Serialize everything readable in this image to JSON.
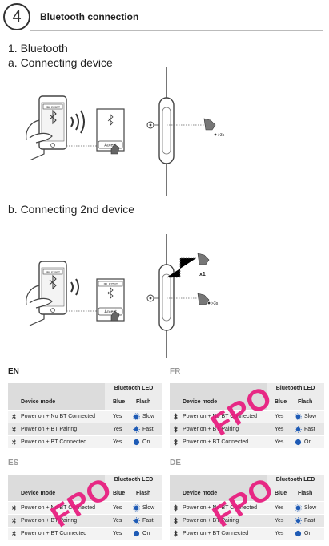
{
  "header": {
    "step_number": "4",
    "title": "Bluetooth connection"
  },
  "section1": {
    "heading": "1. Bluetooth",
    "sub_a": "a. Connecting device",
    "sub_b": "b. Connecting 2nd device"
  },
  "diagram": {
    "phone_label": "JBL E25BT",
    "accept_label": "Accept",
    "hold_label": ">3s",
    "press_label": "x1"
  },
  "tables": [
    {
      "lang": "EN",
      "fpo": "",
      "header": {
        "led": "Bluetooth LED",
        "mode": "Device mode",
        "blue": "Blue",
        "flash": "Flash"
      },
      "rows": [
        {
          "state": "Power on + No BT Connected",
          "blue": "Yes",
          "flash": "Slow",
          "icon": "slow-flash-icon"
        },
        {
          "state": "Power on + BT Pairing",
          "blue": "Yes",
          "flash": "Fast",
          "icon": "fast-flash-icon"
        },
        {
          "state": "Power on + BT Connected",
          "blue": "Yes",
          "flash": "On",
          "icon": "solid-dot-icon"
        }
      ]
    },
    {
      "lang": "FR",
      "fpo": "FPO",
      "header": {
        "led": "Bluetooth LED",
        "mode": "Device mode",
        "blue": "Blue",
        "flash": "Flash"
      },
      "rows": [
        {
          "state": "Power on + No BT Connected",
          "blue": "Yes",
          "flash": "Slow",
          "icon": "slow-flash-icon"
        },
        {
          "state": "Power on + BT Pairing",
          "blue": "Yes",
          "flash": "Fast",
          "icon": "fast-flash-icon"
        },
        {
          "state": "Power on + BT Connected",
          "blue": "Yes",
          "flash": "On",
          "icon": "solid-dot-icon"
        }
      ]
    },
    {
      "lang": "ES",
      "fpo": "FPO",
      "header": {
        "led": "Bluetooth LED",
        "mode": "Device mode",
        "blue": "Blue",
        "flash": "Flash"
      },
      "rows": [
        {
          "state": "Power on + No BT Connected",
          "blue": "Yes",
          "flash": "Slow",
          "icon": "slow-flash-icon"
        },
        {
          "state": "Power on + BT Pairing",
          "blue": "Yes",
          "flash": "Fast",
          "icon": "fast-flash-icon"
        },
        {
          "state": "Power on + BT Connected",
          "blue": "Yes",
          "flash": "On",
          "icon": "solid-dot-icon"
        }
      ]
    },
    {
      "lang": "DE",
      "fpo": "FPO",
      "header": {
        "led": "Bluetooth LED",
        "mode": "Device mode",
        "blue": "Blue",
        "flash": "Flash"
      },
      "rows": [
        {
          "state": "Power on + No BT Connected",
          "blue": "Yes",
          "flash": "Slow",
          "icon": "slow-flash-icon"
        },
        {
          "state": "Power on + BT Pairing",
          "blue": "Yes",
          "flash": "Fast",
          "icon": "fast-flash-icon"
        },
        {
          "state": "Power on + BT Connected",
          "blue": "Yes",
          "flash": "On",
          "icon": "solid-dot-icon"
        }
      ]
    }
  ],
  "colors": {
    "led_blue": "#1f5bb5",
    "fpo_pink": "#e8197d",
    "ink": "#222222",
    "line": "#555555"
  }
}
